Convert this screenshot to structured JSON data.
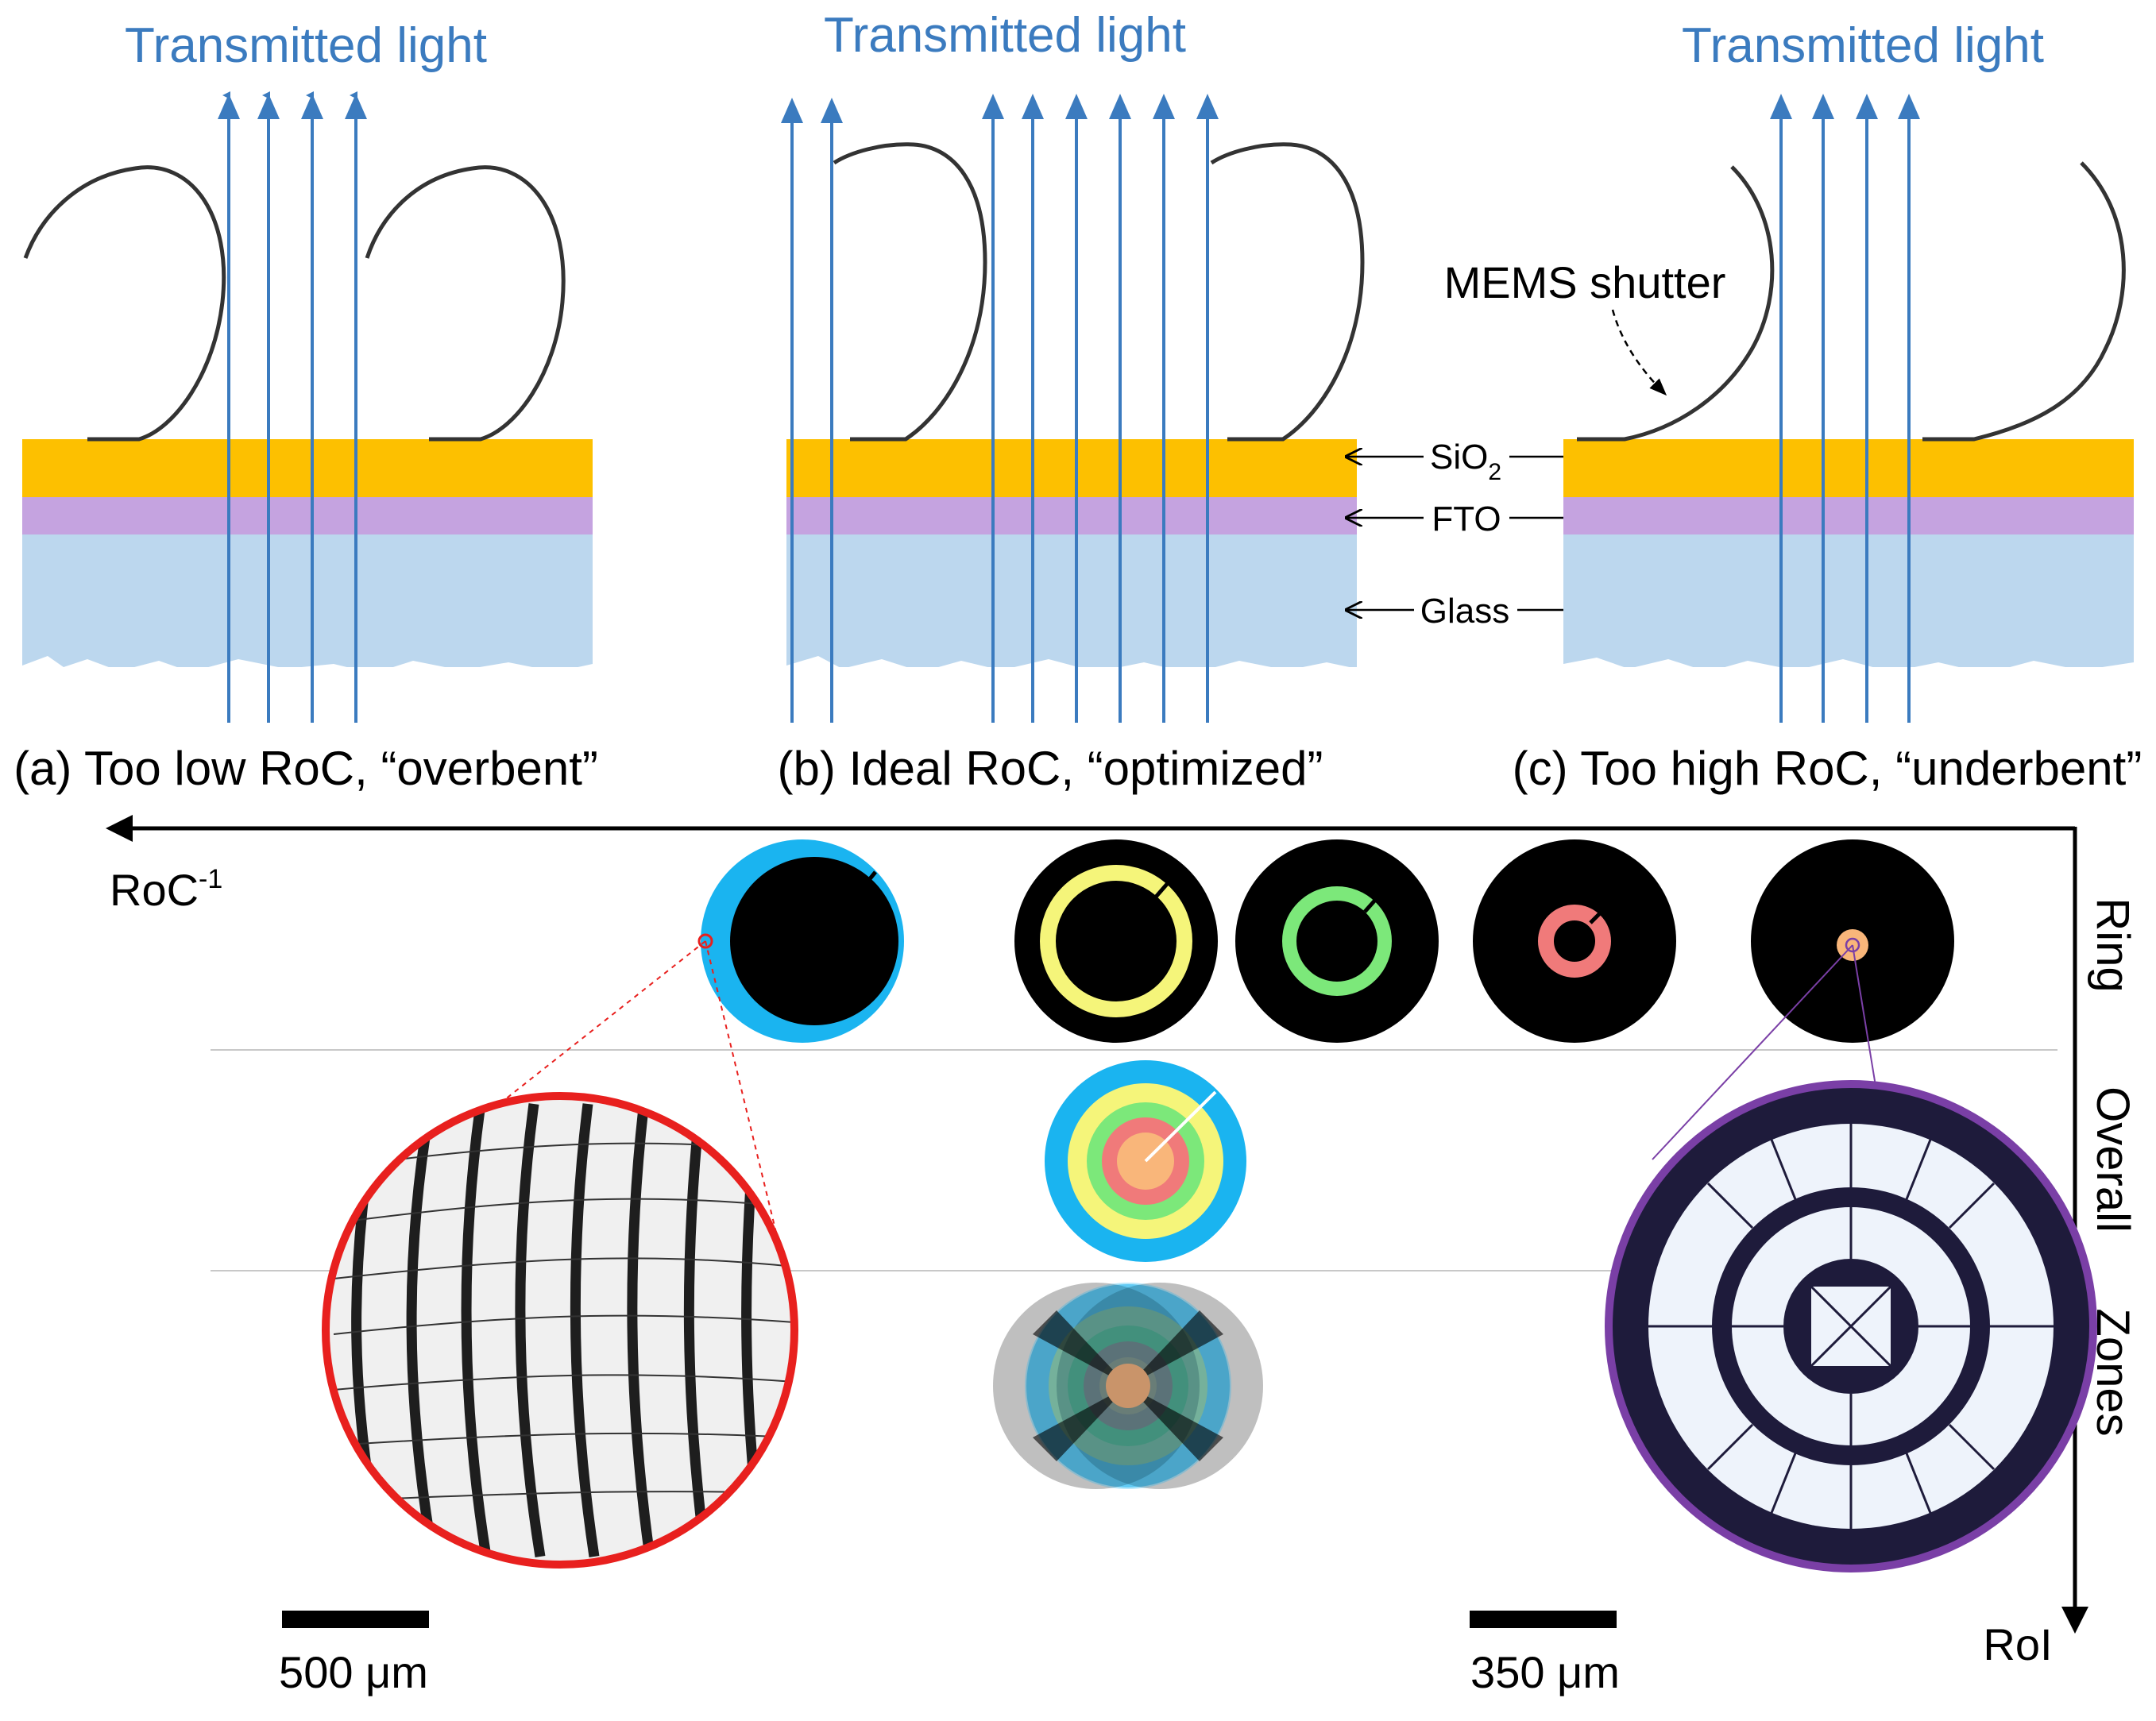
{
  "colors": {
    "light_arrow": "#3b7bbf",
    "sio2": "#fdc000",
    "fto": "#c5a3e0",
    "glass": "#bcd7ee",
    "shutter": "#333333",
    "ring_blue": "#1ab4f0",
    "ring_yellow": "#f5f57a",
    "ring_green": "#7ce87a",
    "ring_red": "#f07a7a",
    "ring_orange": "#f9b67a",
    "zoom_left_border": "#e8201e",
    "zoom_right_border": "#7a3fa6",
    "zoom_right_dark": "#1e1b3b"
  },
  "panels": [
    {
      "light_label": "Transmitted light",
      "caption": "(a) Too low RoC, “overbent”"
    },
    {
      "light_label": "Transmitted light",
      "caption": "(b) Ideal RoC, “optimized”"
    },
    {
      "light_label": "Transmitted light",
      "caption": "(c) Too high RoC, “underbent”"
    }
  ],
  "layer_labels": {
    "sio2": "SiO",
    "sio2_sub": "2",
    "fto": "FTO",
    "glass": "Glass"
  },
  "shutter_label": "MEMS shutter",
  "axes": {
    "horizontal": "RoC",
    "horizontal_sup": "-1",
    "vertical": "RoI"
  },
  "rows": [
    "Ring",
    "Overall",
    "Zones"
  ],
  "scale_bars": [
    "500 μm",
    "350 μm"
  ]
}
